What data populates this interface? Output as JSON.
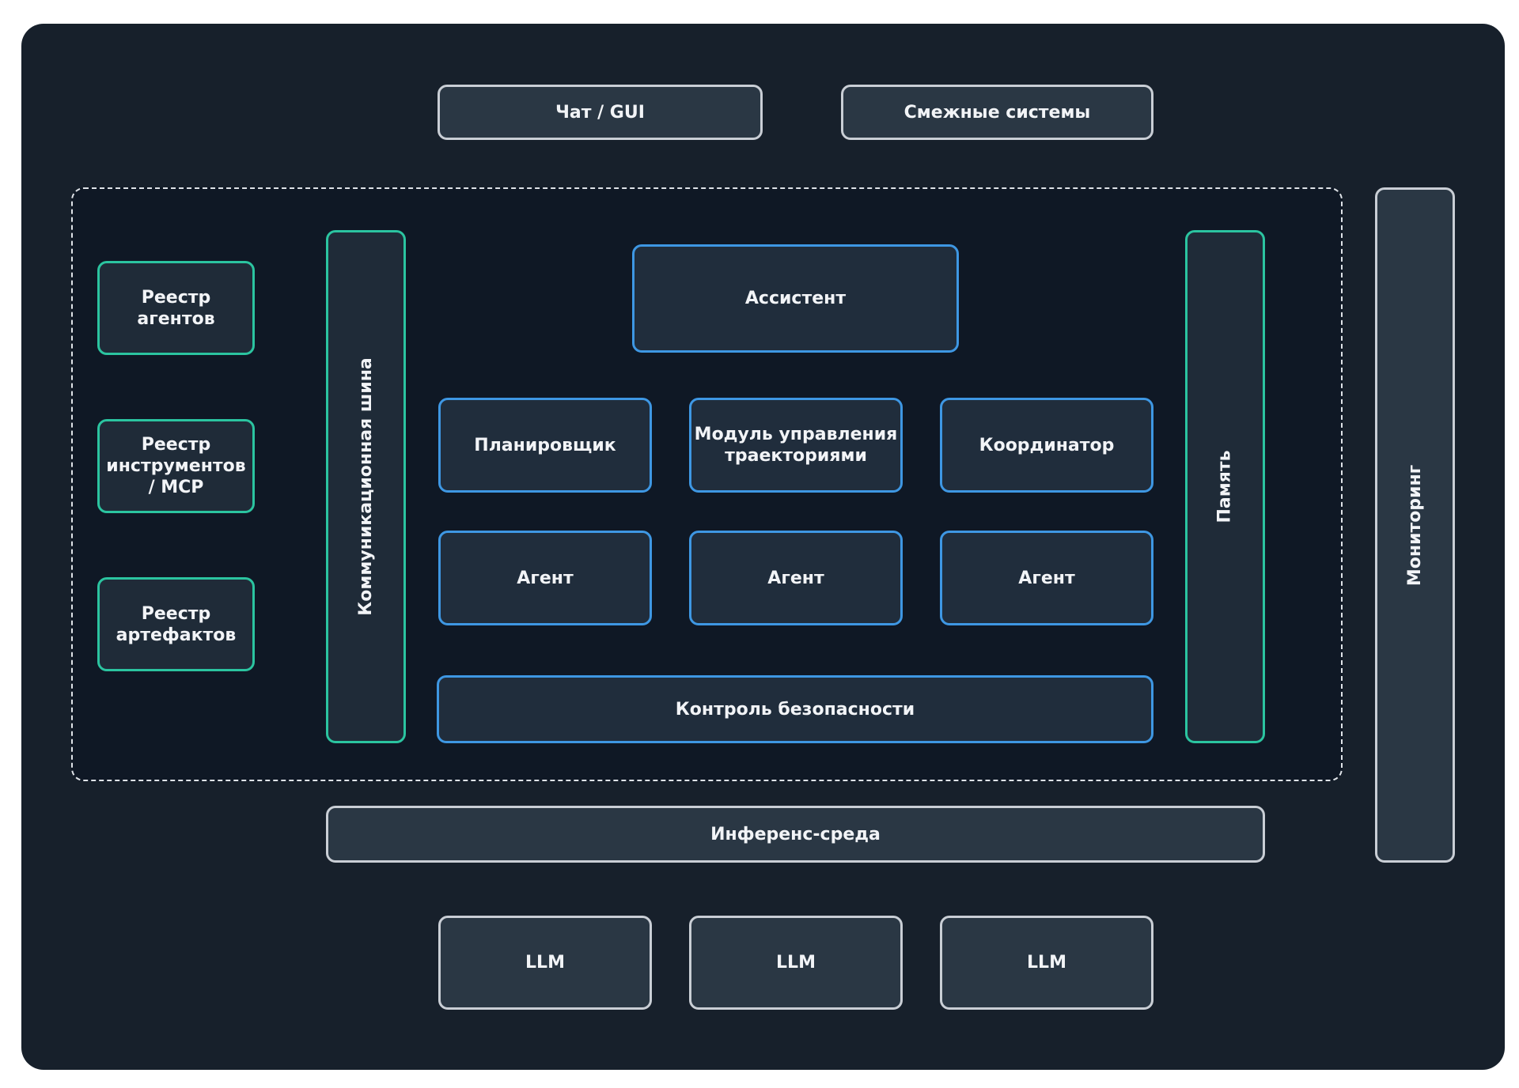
{
  "top": {
    "chat_gui": "Чат  / GUI",
    "adjacent_systems": "Смежные системы"
  },
  "registries": {
    "agents": "Реестр\nагентов",
    "tools": "Реестр\nинструментов\n/ MCP",
    "artifacts": "Реестр\nартефактов"
  },
  "bus": "Коммуникационная шина",
  "assistant": "Ассистент",
  "modules": {
    "planner": "Планировщик",
    "trajectory": "Модуль управления\nтраекториями",
    "coordinator": "Координатор"
  },
  "agents": [
    "Агент",
    "Агент",
    "Агент"
  ],
  "security": "Контроль безопасности",
  "memory": "Память",
  "monitoring": "Мониторинг",
  "inference": "Инференс-среда",
  "llms": [
    "LLM",
    "LLM",
    "LLM"
  ],
  "colors": {
    "background": "#17202b",
    "inner_zone": "#0f1825",
    "gray_border": "#c9ced5",
    "green_border": "#2bc4a0",
    "blue_border": "#3e97e3"
  }
}
